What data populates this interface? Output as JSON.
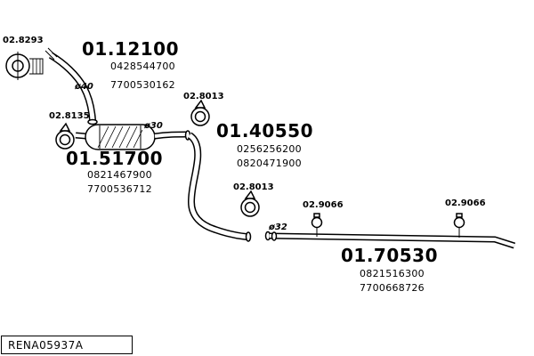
{
  "parts": {
    "front_pipe": {
      "number": "01.12100",
      "oe1": "0428544700",
      "oe2": "7700530162"
    },
    "silencer": {
      "number": "01.51700",
      "oe1": "0821467900",
      "oe2": "7700536712"
    },
    "middle_pipe": {
      "number": "01.40550",
      "oe1": "0256256200",
      "oe2": "0820471900"
    },
    "rear_pipe": {
      "number": "01.70530",
      "oe1": "0821516300",
      "oe2": "7700668726"
    }
  },
  "fittings": {
    "bracket": {
      "number": "02.8293"
    },
    "clamp_a": {
      "number": "02.8135"
    },
    "clamp_b": {
      "number": "02.8013"
    },
    "clamp_c": {
      "number": "02.8013"
    },
    "hanger_a": {
      "number": "02.9066"
    },
    "hanger_b": {
      "number": "02.9066"
    }
  },
  "diameters": {
    "front": "ø40",
    "silencer_out": "ø30",
    "rear": "ø32"
  },
  "footer": {
    "drawing_code": "RENA05937A"
  },
  "colors": {
    "line": "#000000",
    "background": "#ffffff"
  }
}
